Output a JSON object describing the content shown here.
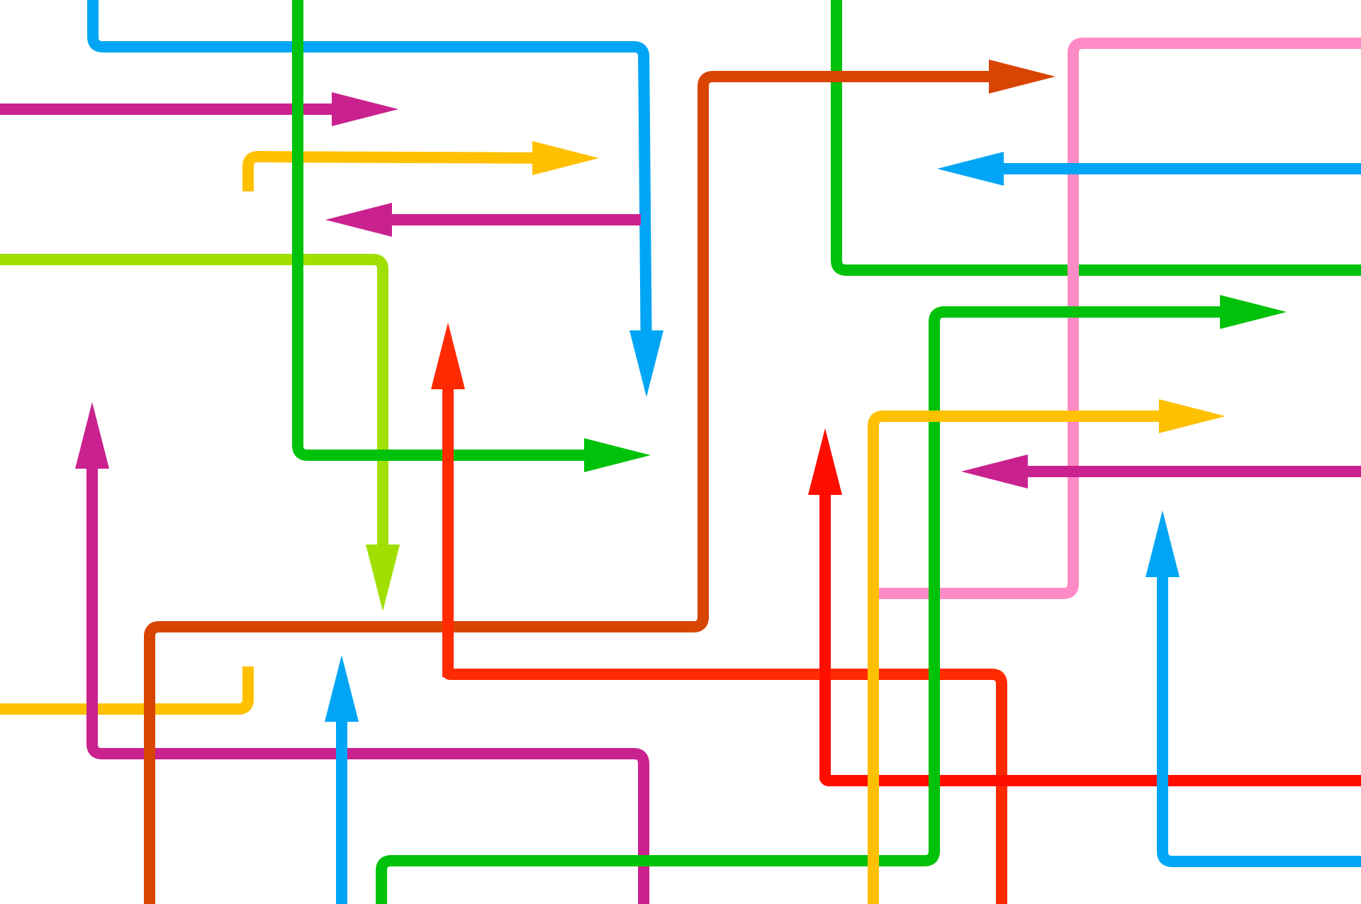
{
  "palette": {
    "blue": "#00a6f5",
    "green": "#00c20a",
    "magenta": "#c9228f",
    "yellow": "#ffc000",
    "lime": "#a0df00",
    "orange": "#d84502",
    "red_orange": "#ff2a00",
    "red": "#ff0e00",
    "pink": "#ff8bc6",
    "background": "#ffffff"
  },
  "arrows": [
    {
      "name": "blue-top-route",
      "color": "blue",
      "direction": "down"
    },
    {
      "name": "magenta-top-route",
      "color": "magenta",
      "direction": "right"
    },
    {
      "name": "yellow-top-route",
      "color": "yellow",
      "direction": "right"
    },
    {
      "name": "magenta-mid-route",
      "color": "magenta",
      "direction": "left"
    },
    {
      "name": "lime-route",
      "color": "lime",
      "direction": "down"
    },
    {
      "name": "green-left-route",
      "color": "green",
      "direction": "right"
    },
    {
      "name": "red-orange-up-route",
      "color": "red_orange",
      "direction": "up"
    },
    {
      "name": "magenta-left-up-route",
      "color": "magenta",
      "direction": "up"
    },
    {
      "name": "blue-bottom-up-route",
      "color": "blue",
      "direction": "up"
    },
    {
      "name": "orange-top-route",
      "color": "orange",
      "direction": "right"
    },
    {
      "name": "blue-right-route",
      "color": "blue",
      "direction": "left"
    },
    {
      "name": "green-right-route",
      "color": "green",
      "direction": "right"
    },
    {
      "name": "yellow-right-route",
      "color": "yellow",
      "direction": "right"
    },
    {
      "name": "magenta-right-route",
      "color": "magenta",
      "direction": "left"
    },
    {
      "name": "red-up-route",
      "color": "red",
      "direction": "up"
    },
    {
      "name": "blue-right-up-route",
      "color": "blue",
      "direction": "up"
    }
  ],
  "plain_lines": [
    {
      "name": "yellow-left-line",
      "color": "yellow"
    },
    {
      "name": "magenta-bottom-line",
      "color": "magenta"
    },
    {
      "name": "orange-bottom-line",
      "color": "orange"
    },
    {
      "name": "green-bottom-line",
      "color": "green"
    },
    {
      "name": "green-top-right-line",
      "color": "green"
    },
    {
      "name": "pink-line",
      "color": "pink"
    },
    {
      "name": "yellow-bottom-right-line",
      "color": "yellow"
    },
    {
      "name": "red-orange-bottom-line",
      "color": "red_orange"
    },
    {
      "name": "red-bottom-right-line",
      "color": "red"
    },
    {
      "name": "blue-bottom-right-line",
      "color": "blue"
    }
  ]
}
